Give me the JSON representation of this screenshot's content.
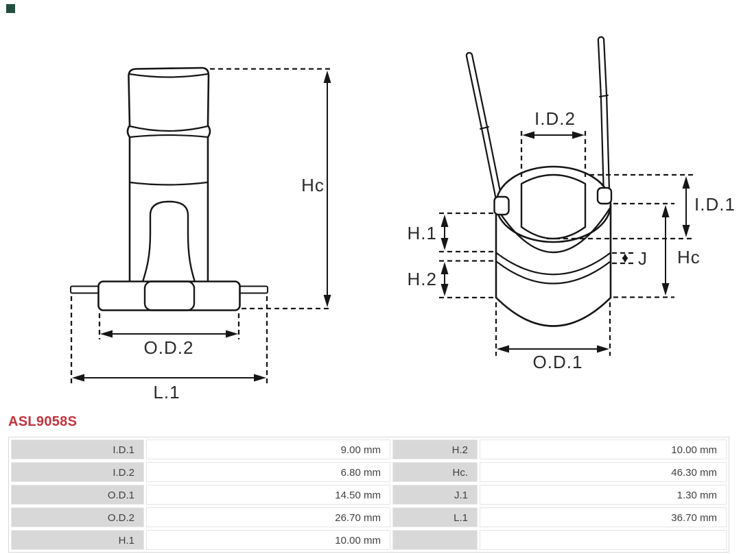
{
  "meta": {
    "part_number": "ASL9058S"
  },
  "colors": {
    "part_number_red": "#c2333a",
    "table_label_bg": "#d8d8d8",
    "drawing_line": "#161616",
    "corner_mark_green": "#224e41"
  },
  "drawing": {
    "left_view": {
      "labels": {
        "hc": "Hc",
        "od2": "O.D.2",
        "l1": "L.1"
      }
    },
    "right_view": {
      "labels": {
        "id2": "I.D.2",
        "id1": "I.D.1",
        "h1": "H.1",
        "h2": "H.2",
        "j": "J",
        "hc": "Hc",
        "od1": "O.D.1"
      }
    }
  },
  "table": {
    "rows": [
      {
        "c0": "I.D.1",
        "c1": "9.00 mm",
        "c2": "H.2",
        "c3": "10.00 mm"
      },
      {
        "c0": "I.D.2",
        "c1": "6.80 mm",
        "c2": "Hc.",
        "c3": "46.30 mm"
      },
      {
        "c0": "O.D.1",
        "c1": "14.50 mm",
        "c2": "J.1",
        "c3": "1.30 mm"
      },
      {
        "c0": "O.D.2",
        "c1": "26.70 mm",
        "c2": "L.1",
        "c3": "36.70 mm"
      },
      {
        "c0": "H.1",
        "c1": "10.00 mm",
        "c2": "",
        "c3": ""
      }
    ]
  }
}
